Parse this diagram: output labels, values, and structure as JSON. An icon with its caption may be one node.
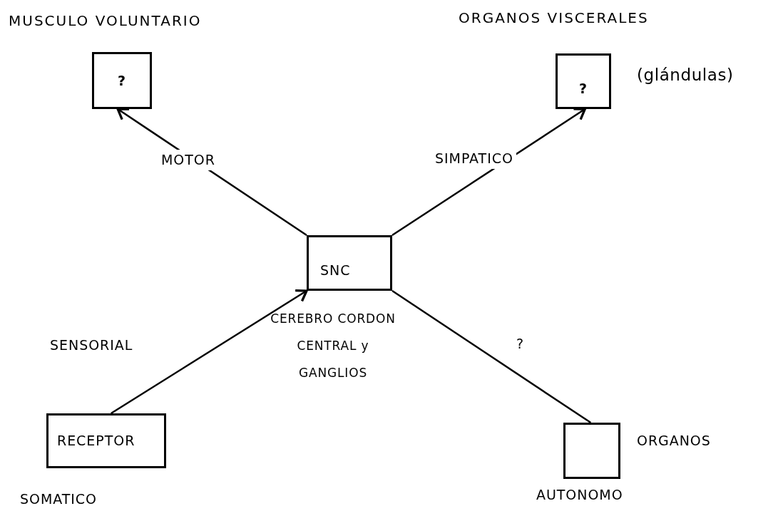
{
  "diagram": {
    "nodes": [
      {
        "text": [
          "MUSCULO VOLUNTARIO",
          "?"
        ]
      },
      {
        "text": [
          "ORGANOS VISCERALES",
          "?"
        ],
        "beside": [
          "(glándulas)"
        ]
      },
      {
        "text": [
          "SNC"
        ],
        "beside": [
          "CEREBRO CORDON CENTRAL y GANGLIOS"
        ]
      },
      {
        "text": [
          "RECEPTOR"
        ],
        "beside": [
          "SOMATICO"
        ]
      },
      {
        "text": [],
        "shape": "box",
        "beside": [
          "ORGANOS",
          "AUTONOMO"
        ]
      }
    ],
    "edges": [
      {
        "from": 2,
        "to": 0,
        "arrow": "to",
        "label": "MOTOR"
      },
      {
        "from": 2,
        "to": 1,
        "arrow": "to",
        "label": "SIMPATICO"
      },
      {
        "from": 3,
        "to": 2,
        "arrow": "to",
        "label": "SENSORIAL"
      },
      {
        "from": 2,
        "to": 4,
        "arrow": "none",
        "label": "?"
      }
    ]
  }
}
